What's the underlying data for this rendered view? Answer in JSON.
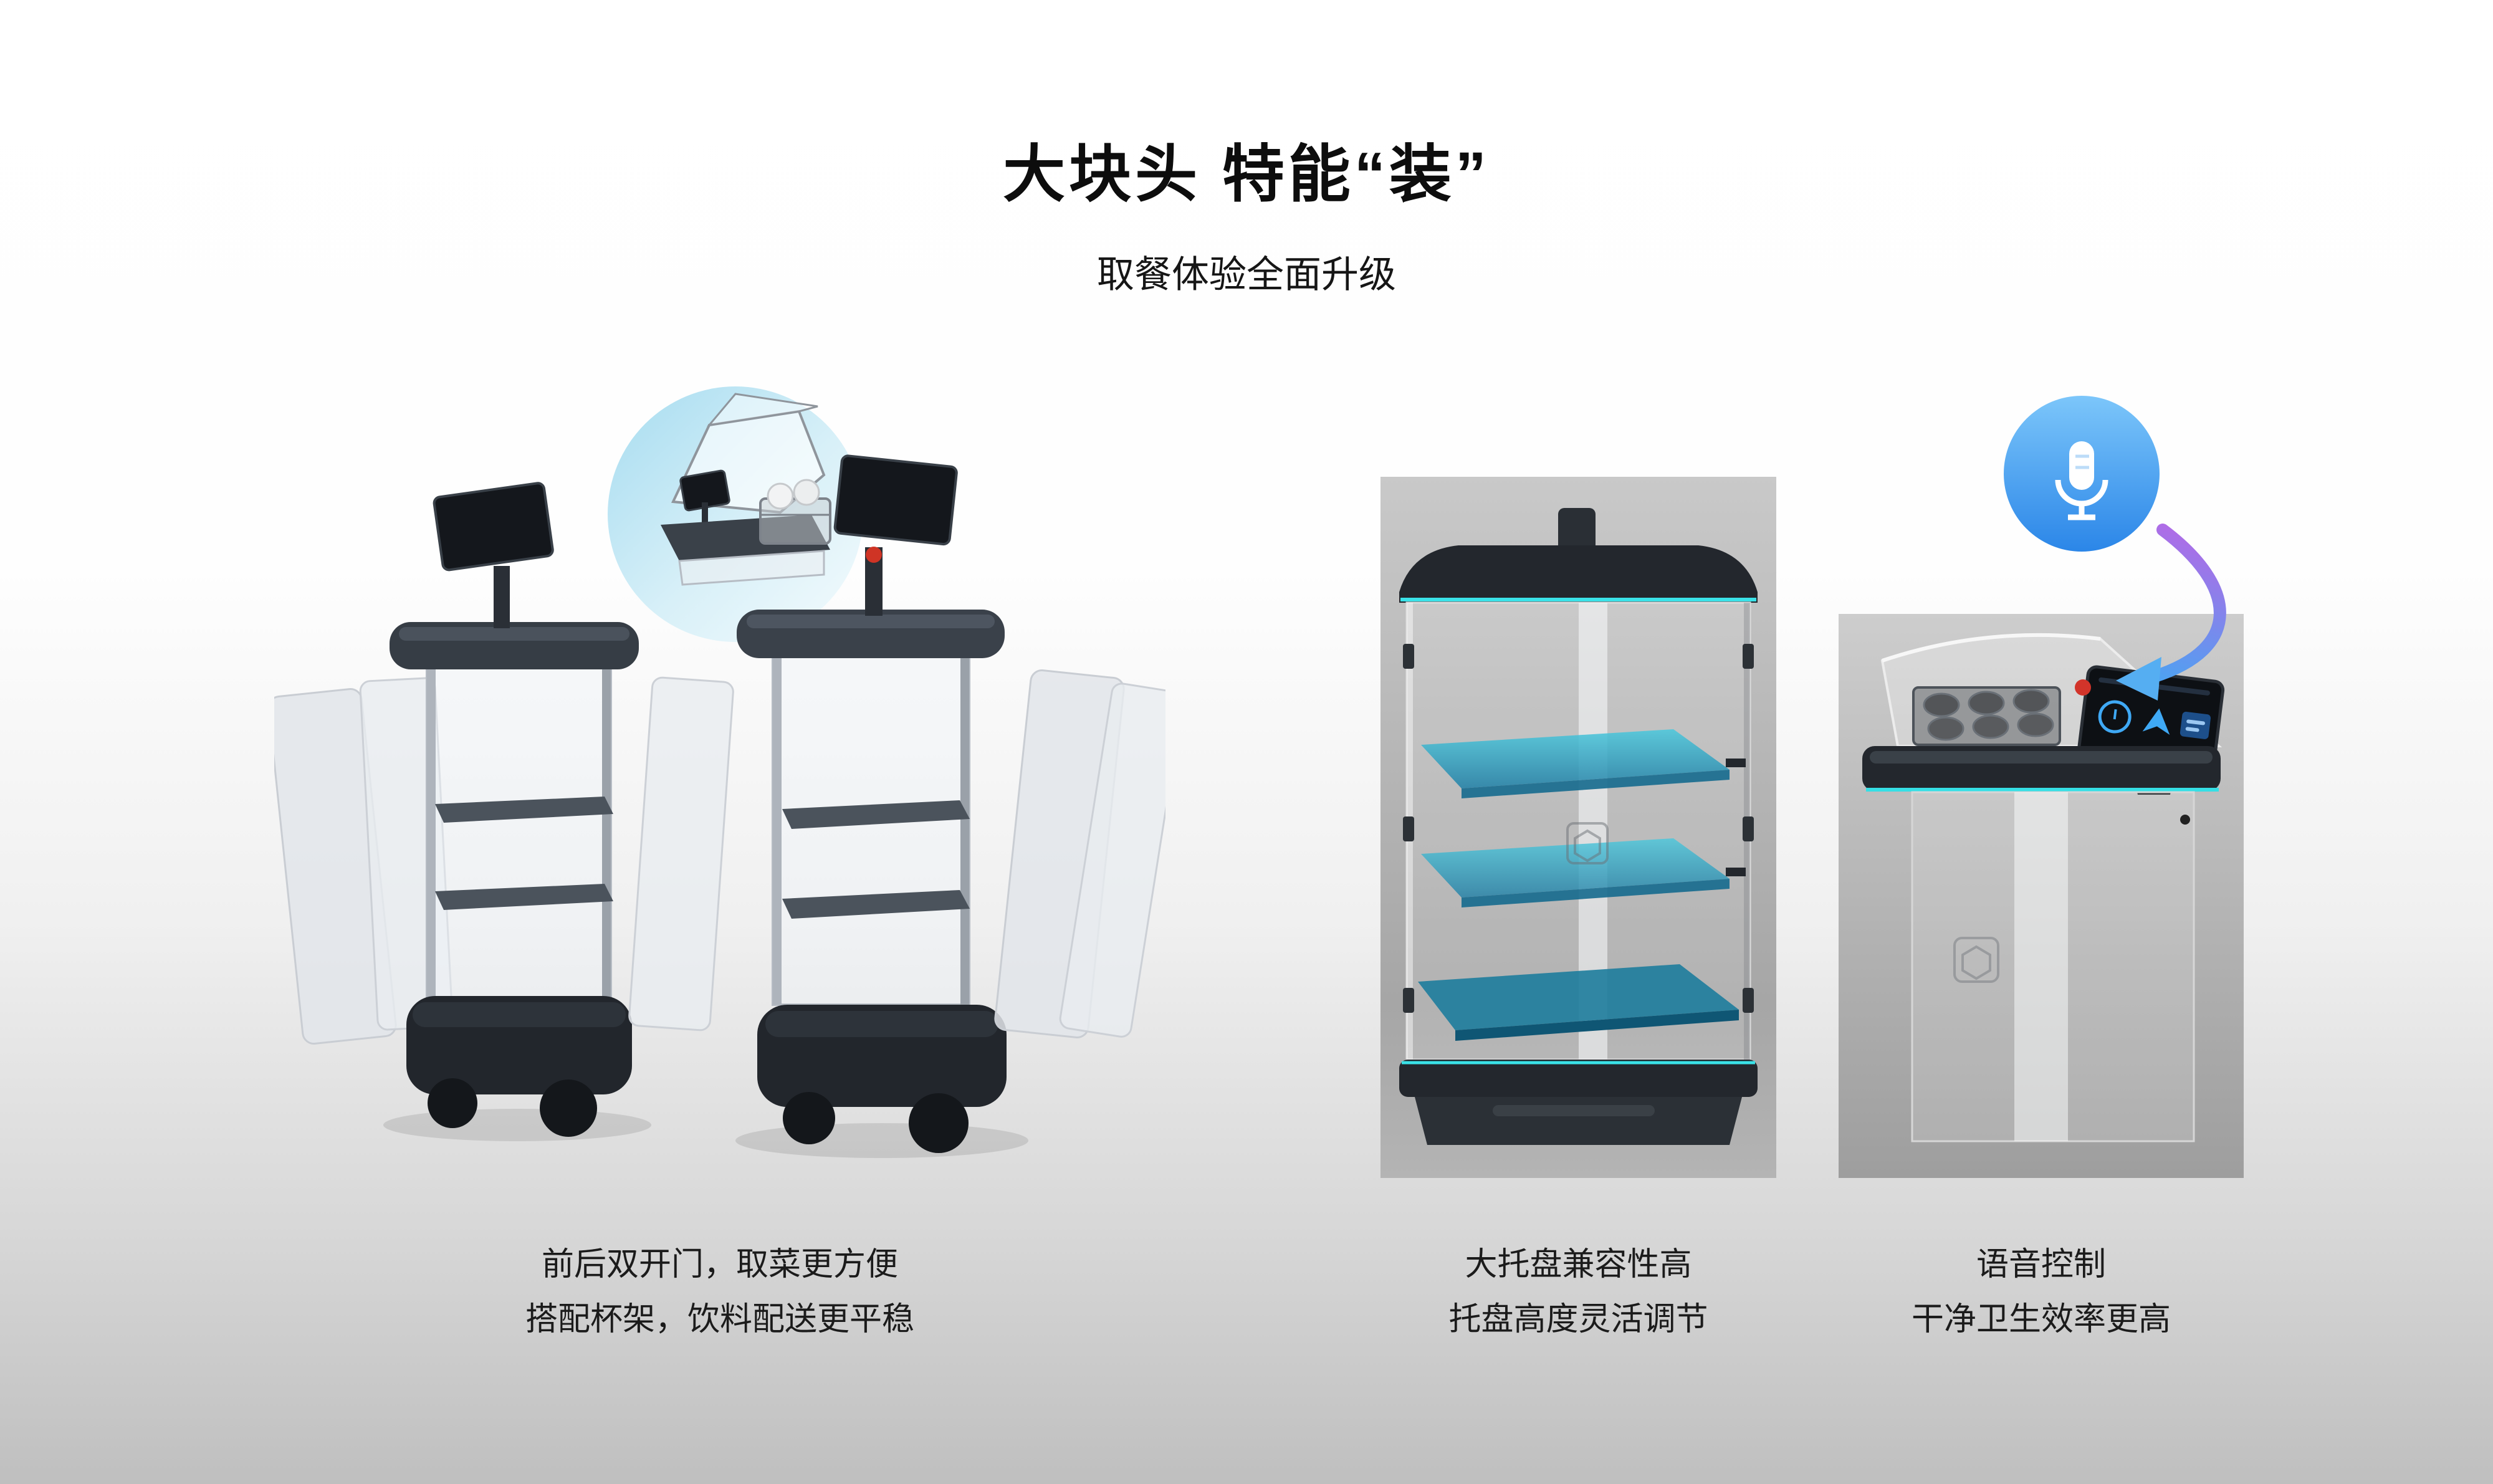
{
  "page": {
    "title": "大块头 特能“装”",
    "subtitle": "取餐体验全面升级"
  },
  "features": [
    {
      "name": "double-door",
      "caption_line1": "前后双开门，取菜更方便",
      "caption_line2": "搭配杯架，饮料配送更平稳"
    },
    {
      "name": "large-tray",
      "caption_line1": "大托盘兼容性高",
      "caption_line2": "托盘高度灵活调节"
    },
    {
      "name": "voice-control",
      "caption_line1": "语音控制",
      "caption_line2": "干净卫生效率更高"
    }
  ],
  "icons": {
    "microphone": "microphone-icon",
    "curved_arrow": "curved-arrow-icon"
  },
  "colors": {
    "accent_teal": "#35DFE5",
    "tray_teal": "#2B9FC4",
    "mic_blue": "#3B96F0",
    "arrow_purple": "#A862E8",
    "photo_card_gray": "#B5B5B5",
    "background_bottom": "#BFBFBF"
  }
}
